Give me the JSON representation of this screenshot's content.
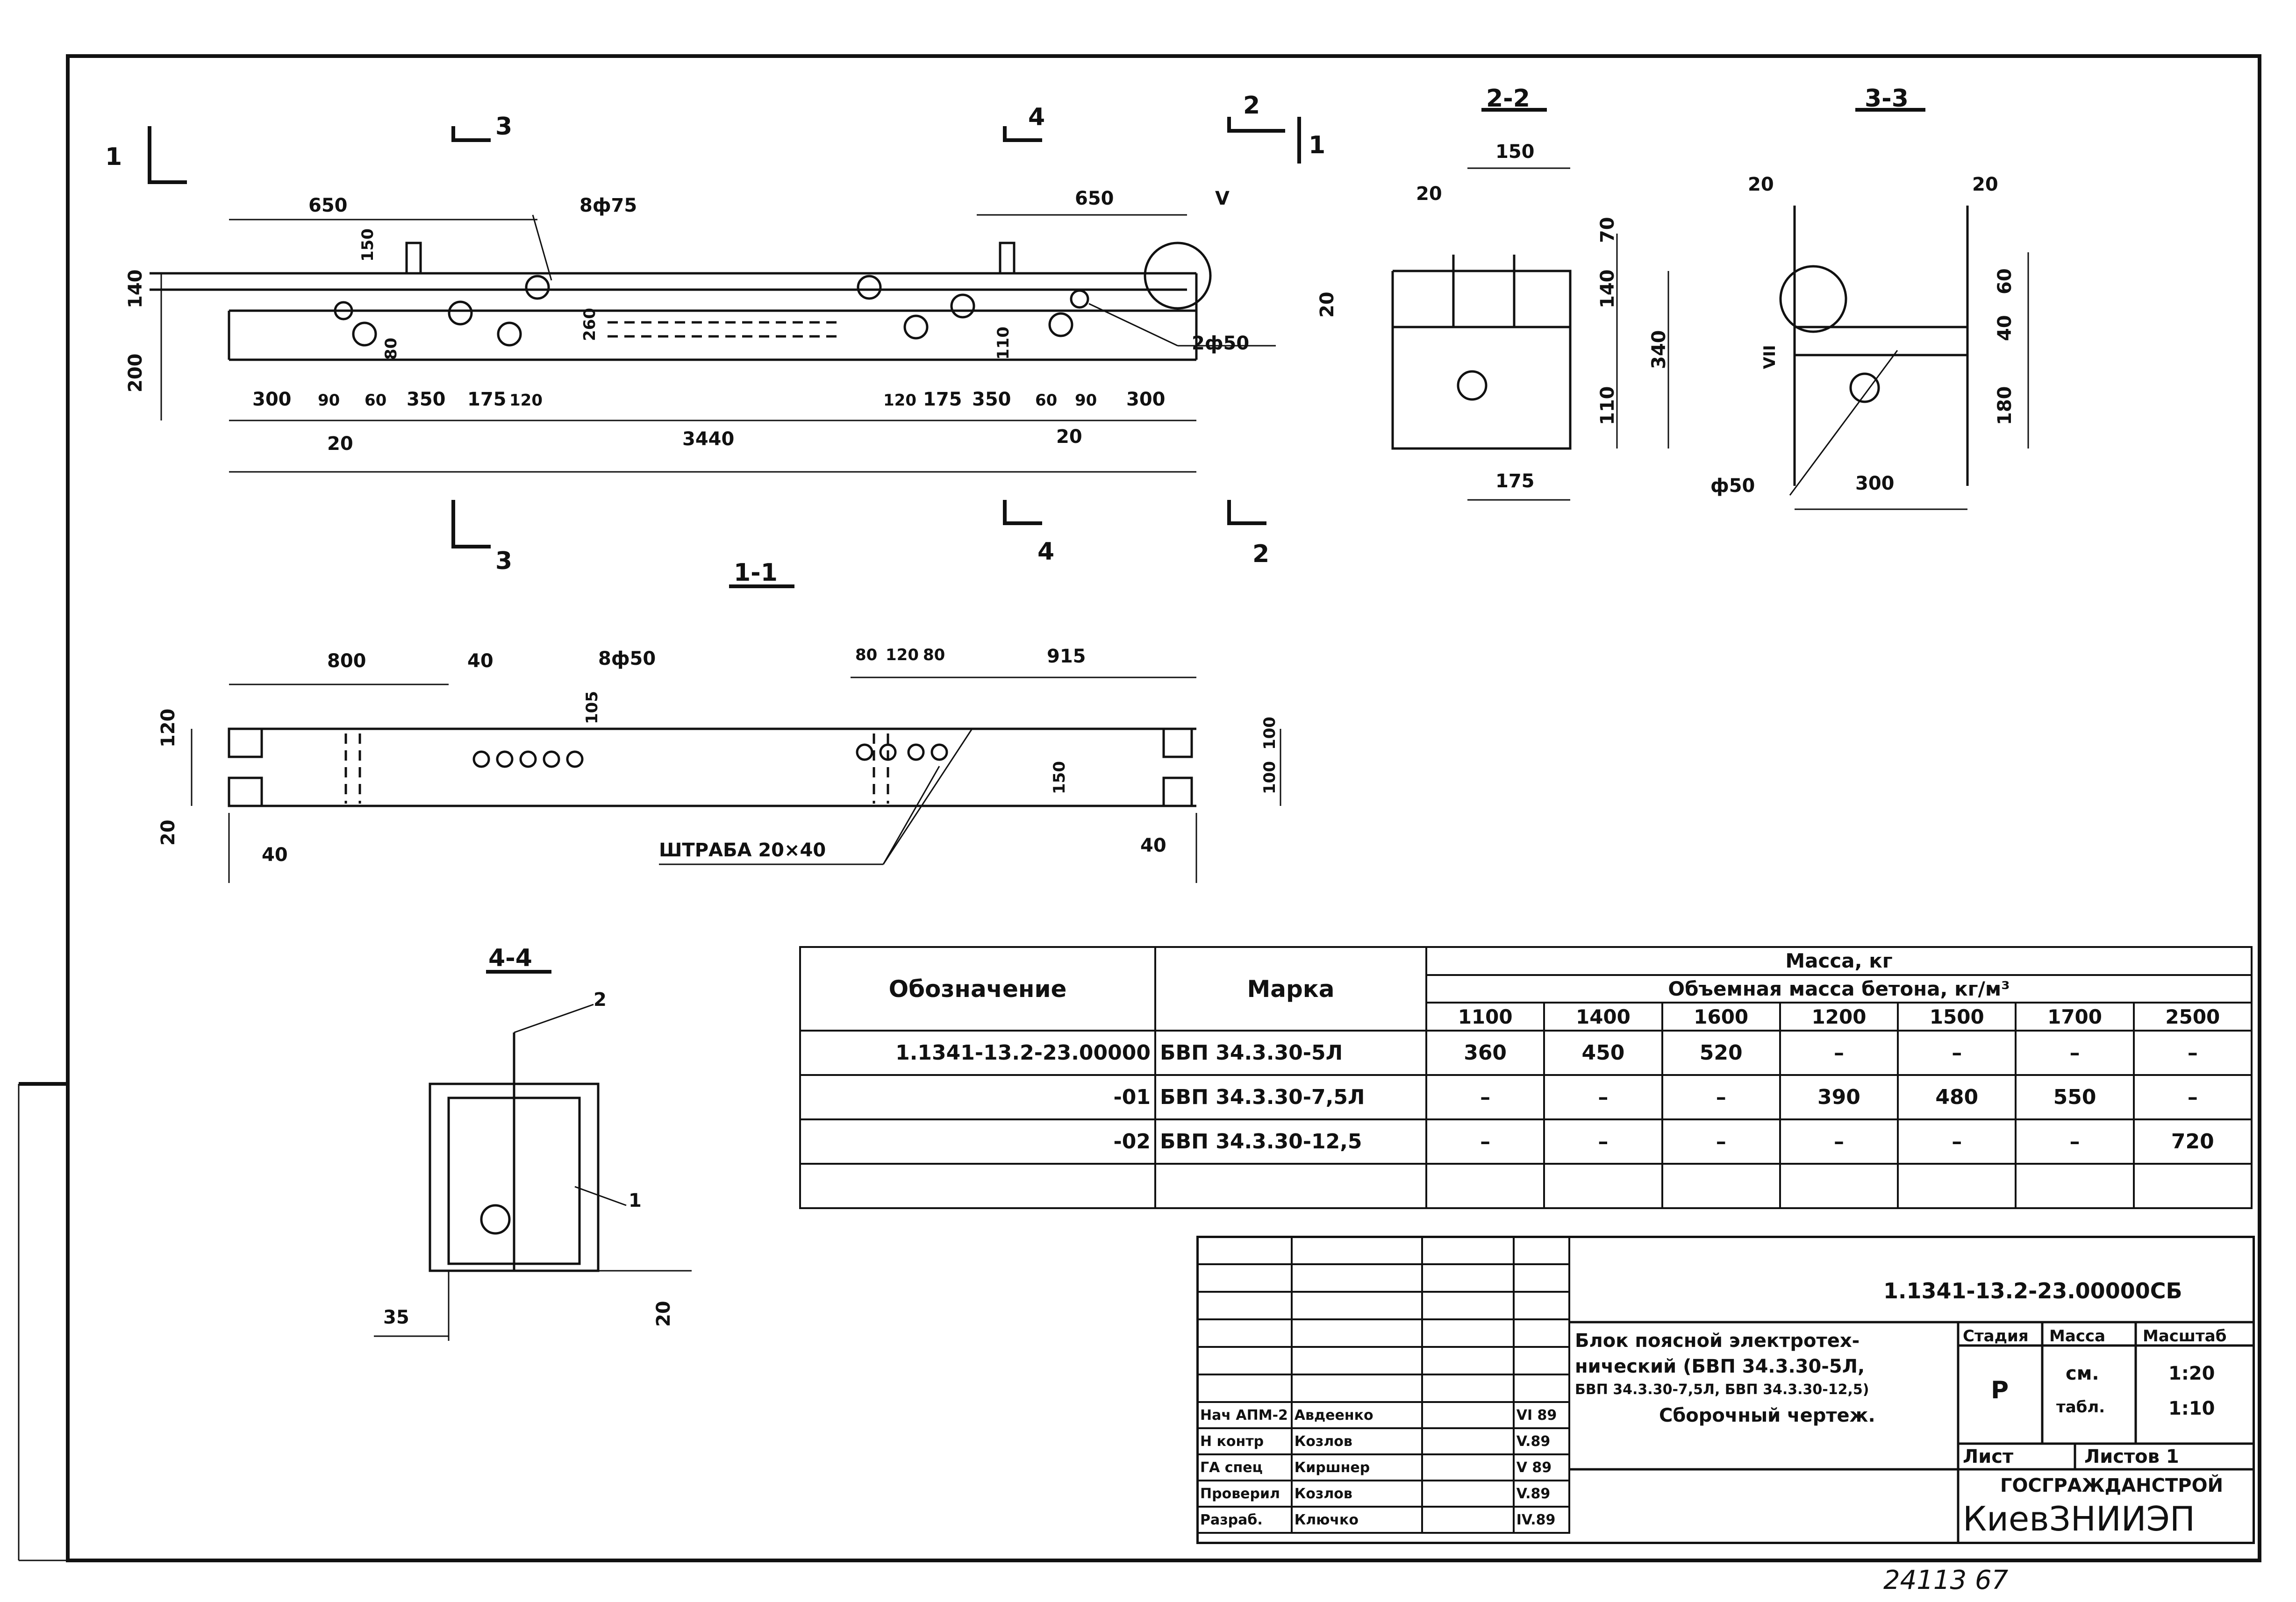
{
  "sections": {
    "s22": "2-2",
    "s33": "3-3",
    "s11": "1-1",
    "s44": "4-4"
  },
  "elevation": {
    "dims_top": [
      "650",
      "650"
    ],
    "dims_bottom": [
      "300",
      "90",
      "60",
      "350",
      "175",
      "120",
      "120",
      "175",
      "350",
      "60",
      "90",
      "300"
    ],
    "total": "3440",
    "gap_left": "20",
    "gap_right": "20",
    "left_heights": [
      "200",
      "140"
    ],
    "small_v": [
      "150",
      "80",
      "260",
      "110"
    ],
    "holes_a": "8ф75",
    "holes_b": "2ф50",
    "node": "V",
    "cut_marks": [
      "1",
      "3",
      "4",
      "2",
      "1",
      "3",
      "4",
      "2"
    ]
  },
  "sec22": {
    "w150": "150",
    "w20": "20",
    "h70": "70",
    "h140": "140",
    "h110": "110",
    "h340": "340",
    "w175": "175",
    "left20": "20"
  },
  "sec33": {
    "l20": "20",
    "r20": "20",
    "h60": "60",
    "h40": "40",
    "h180": "180",
    "w300": "300",
    "hole": "ф50",
    "node": "VII"
  },
  "plan11": {
    "d800": "800",
    "d40": "40",
    "holes": "8ф50",
    "d105": "105",
    "d80": "80",
    "d120": "120",
    "d80b": "80",
    "d915": "915",
    "l120": "120",
    "l20": "20",
    "bl40": "40",
    "br40": "40",
    "r100a": "100",
    "r100b": "100",
    "d150": "150",
    "groove": "ШТРАБА 20×40"
  },
  "sec44": {
    "c2": "2",
    "c1": "1",
    "d35": "35",
    "d20": "20"
  },
  "mass_table": {
    "col_designation": "Обозначение",
    "col_mark": "Марка",
    "col_mass": "Масса, кг",
    "col_density": "Объемная масса бетона, кг/м³",
    "densities": [
      "1100",
      "1400",
      "1600",
      "1200",
      "1500",
      "1700",
      "2500"
    ],
    "rows": [
      {
        "designation": "1.1341-13.2-23.00000",
        "mark": "БВП 34.3.30-5Л",
        "values": [
          "360",
          "450",
          "520",
          "–",
          "–",
          "–",
          "–"
        ]
      },
      {
        "designation": "-01",
        "mark": "БВП 34.3.30-7,5Л",
        "values": [
          "–",
          "–",
          "–",
          "390",
          "480",
          "550",
          "–"
        ]
      },
      {
        "designation": "-02",
        "mark": "БВП 34.3.30-12,5",
        "values": [
          "–",
          "–",
          "–",
          "–",
          "–",
          "–",
          "720"
        ]
      },
      {
        "designation": "",
        "mark": "",
        "values": [
          "",
          "",
          "",
          "",
          "",
          "",
          ""
        ]
      }
    ]
  },
  "stamp": {
    "code": "1.1341-13.2-23.00000СБ",
    "title": [
      "Блок поясной электротех-",
      "нический (БВП 34.3.30-5Л,",
      "БВП 34.3.30-7,5Л, БВП 34.3.30-12,5)",
      "Сборочный чертеж."
    ],
    "stage_label": "Стадия",
    "mass_label": "Масса",
    "scale_label": "Масштаб",
    "stage": "Р",
    "mass_1": "см.",
    "mass_2": "табл.",
    "scale_1": "1:20",
    "scale_2": "1:10",
    "sheet_label": "Лист",
    "sheets_label": "Листов 1",
    "org_1": "ГОСГРАЖДАНСТРОЙ",
    "org_2": "КиевЗНИИЭП",
    "people": [
      {
        "role": "Нач АПМ-2",
        "name": "Авдеенко",
        "date": "VI 89"
      },
      {
        "role": "Н контр",
        "name": "Козлов",
        "date": "V.89"
      },
      {
        "role": "ГА спец",
        "name": "Киршнер",
        "date": "V 89"
      },
      {
        "role": "Проверил",
        "name": "Козлов",
        "date": "V.89"
      },
      {
        "role": "Разраб.",
        "name": "Ключко",
        "date": "IV.89"
      }
    ]
  },
  "footer_number": "24113  67"
}
